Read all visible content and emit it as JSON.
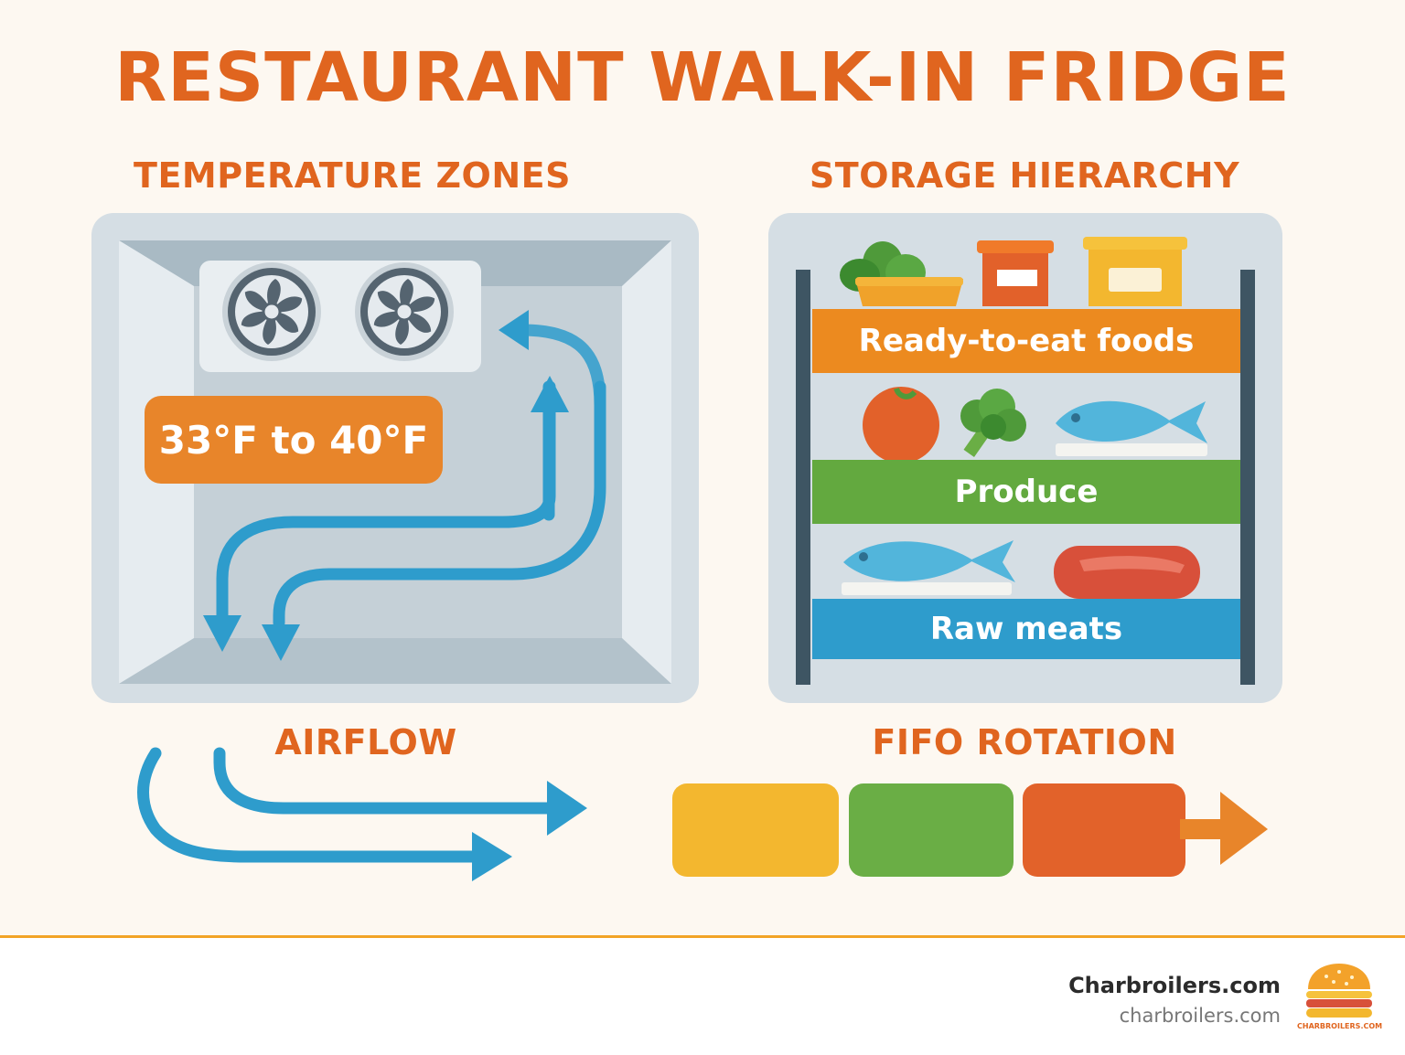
{
  "title": "RESTAURANT WALK-IN FRIDGE",
  "sections": {
    "temperature": {
      "title": "TEMPERATURE ZONES",
      "range_label": "33°F to 40°F"
    },
    "storage": {
      "title": "STORAGE HIERARCHY",
      "shelves": [
        "Ready-to-eat foods",
        "Produce",
        "Raw meats"
      ]
    },
    "airflow": {
      "title": "AIRFLOW"
    },
    "fifo": {
      "title": "FIFO ROTATION",
      "block_colors": [
        "#f3b72f",
        "#6aae45",
        "#e2622a"
      ]
    }
  },
  "colors": {
    "accent_orange": "#e0651f",
    "airflow_blue": "#2e9ccc",
    "shelf_orange": "#ec8a1f",
    "shelf_green": "#63a93f",
    "shelf_blue": "#2e9ccc"
  },
  "footer": {
    "brand": "Charbroilers.com",
    "url": "charbroilers.com",
    "logo_text": "CHARBROILERS.COM"
  }
}
